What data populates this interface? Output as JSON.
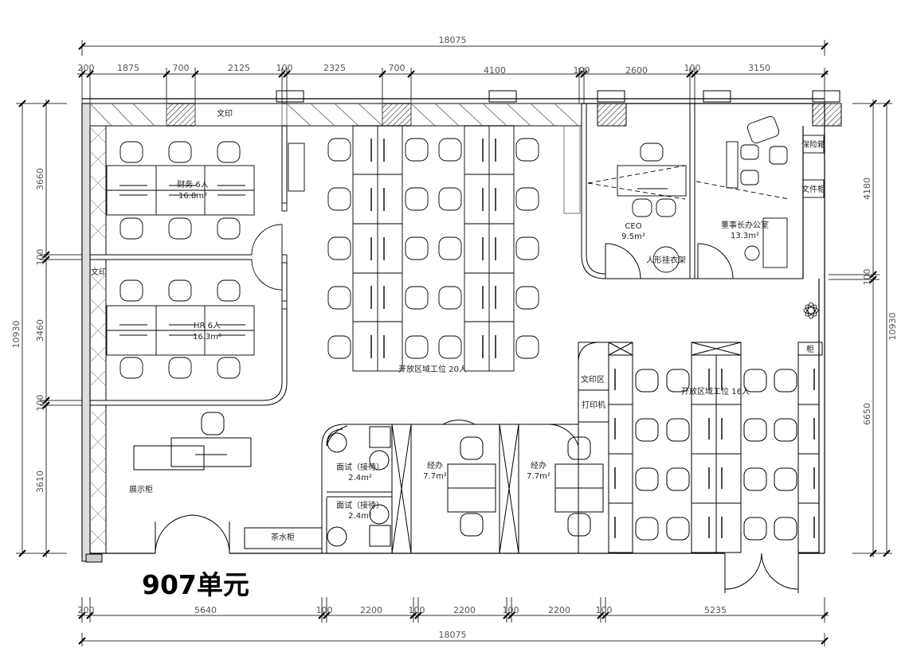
{
  "unit_title": "907单元",
  "dims": {
    "top_total": "18075",
    "top": [
      "200",
      "1875",
      "700",
      "2125",
      "100",
      "2325",
      "700",
      "4100",
      "100",
      "2600",
      "100",
      "3150"
    ],
    "bottom": [
      "200",
      "5640",
      "100",
      "2200",
      "100",
      "2200",
      "100",
      "2200",
      "100",
      "5235"
    ],
    "bottom_total": "18075",
    "left_total": "10930",
    "left": [
      "3660",
      "100",
      "3460",
      "100",
      "3610"
    ],
    "right_total": "10930",
    "right": [
      "4180",
      "100",
      "6650"
    ]
  },
  "rooms": {
    "finance": {
      "name": "财务 6人",
      "area": "16.8m²"
    },
    "hr": {
      "name": "HR 6人",
      "area": "16.3m²"
    },
    "open_a": {
      "name": "开放区域工位 20人"
    },
    "ceo": {
      "name": "CEO",
      "area": "9.5m²"
    },
    "chairman": {
      "name": "董事长办公室",
      "area": "13.3m²"
    },
    "open_b": {
      "name": "开放区域工位 16人"
    },
    "display": {
      "name": "展示柜"
    },
    "interview1": {
      "name": "面试（接待）",
      "area": "2.4m²"
    },
    "interview2": {
      "name": "面试（接待）",
      "area": "2.4m²"
    },
    "manager1": {
      "name": "经办",
      "area": "7.7m²"
    },
    "manager2": {
      "name": "经办",
      "area": "7.7m²"
    }
  },
  "labels": {
    "print_top": "文印",
    "print_left": "文印",
    "print_area": "文印区",
    "printer": "打印机",
    "tea": "茶水柜",
    "cabinet": "柜",
    "ceo_closet": "人形挂衣架",
    "cabinet_a": "保险箱",
    "cabinet_b": "文件柜"
  }
}
